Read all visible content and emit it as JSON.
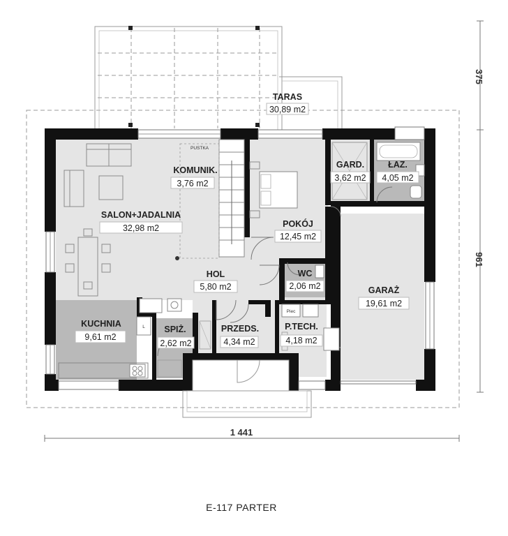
{
  "plan_title": "E-117 PARTER",
  "dimensions": {
    "width": "1 441",
    "depth": "961",
    "terrace_depth": "375"
  },
  "rooms": {
    "taras": {
      "name": "TARAS",
      "area": "30,89 m2"
    },
    "salon": {
      "name": "SALON+JADALNIA",
      "area": "32,98 m2"
    },
    "komunik": {
      "name": "KOMUNIK.",
      "area": "3,76 m2"
    },
    "pokoj": {
      "name": "POKÓJ",
      "area": "12,45 m2"
    },
    "gard": {
      "name": "GARD.",
      "area": "3,62 m2"
    },
    "laz": {
      "name": "ŁAZ.",
      "area": "4,05 m2"
    },
    "hol": {
      "name": "HOL",
      "area": "5,80 m2"
    },
    "wc": {
      "name": "WC",
      "area": "2,06 m2"
    },
    "garaz": {
      "name": "GARAŻ",
      "area": "19,61 m2"
    },
    "kuchnia": {
      "name": "KUCHNIA",
      "area": "9,61 m2"
    },
    "spiz": {
      "name": "SPIŻ.",
      "area": "2,62 m2"
    },
    "przeds": {
      "name": "PRZEDS.",
      "area": "4,34 m2"
    },
    "ptech": {
      "name": "P.TECH.",
      "area": "4,18 m2"
    }
  },
  "fixture_labels": {
    "pustka": "PUSTKA",
    "piec": "Piec",
    "lodowka": "L"
  },
  "colors": {
    "wall": "#111111",
    "floor_light": "#e5e5e5",
    "floor_dark": "#b9b9b9",
    "outline": "#777777"
  }
}
